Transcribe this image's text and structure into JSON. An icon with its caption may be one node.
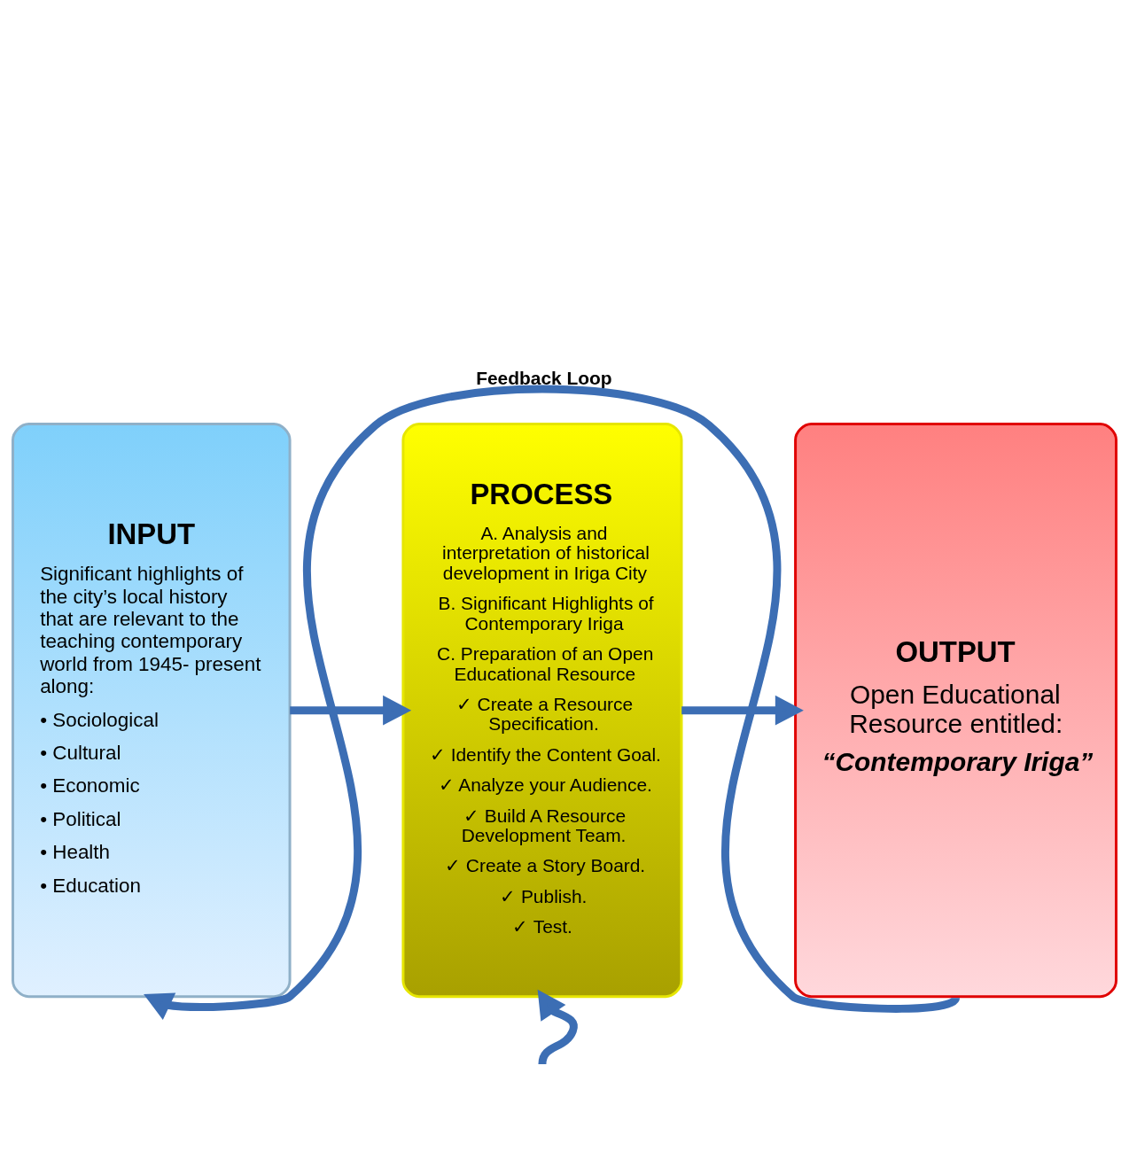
{
  "diagram": {
    "nodes": [
      {
        "text": [
          "INPUT",
          "Significant highlights of the city’s local history that are relevant to the teaching contemporary world from 1945- present along:",
          "• Sociological",
          "• Cultural",
          "• Economic",
          "• Political",
          "• Health",
          "• Education"
        ]
      },
      {
        "text": [
          "PROCESS",
          "A. Analysis and interpretation of historical development in Iriga City",
          "B. Significant Highlights of Contemporary Iriga",
          "C. Preparation of an Open Educational Resource",
          "✓ Create a Resource Specification.",
          "✓ Identify the Content Goal.",
          "✓ Analyze your Audience.",
          "✓ Build A Resource Development Team.",
          "✓ Create a Story Board.",
          "✓ Publish.",
          "✓ Test."
        ]
      },
      {
        "text": [
          "OUTPUT",
          "Open Educational Resource entitled:",
          "“Contemporary Iriga”"
        ]
      }
    ],
    "edges": [
      {
        "from": 0,
        "to": 1,
        "arrow": "to"
      },
      {
        "from": 1,
        "to": 2,
        "arrow": "to"
      },
      {
        "from": 2,
        "to": 0,
        "arrow": "to",
        "label": "Feedback Loop"
      },
      {
        "from": null,
        "to": 1,
        "arrow": "to"
      }
    ]
  }
}
